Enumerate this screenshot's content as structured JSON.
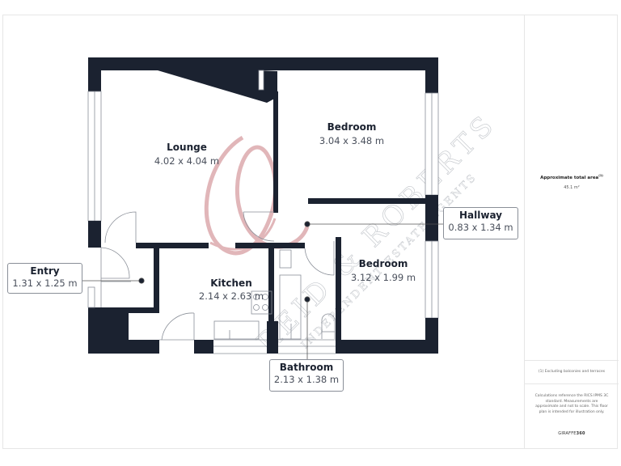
{
  "floorplan": {
    "rooms": [
      {
        "id": "lounge",
        "name": "Lounge",
        "dimensions": "4.02 x 4.04 m"
      },
      {
        "id": "bedroom-1",
        "name": "Bedroom",
        "dimensions": "3.04 x 3.48 m"
      },
      {
        "id": "kitchen",
        "name": "Kitchen",
        "dimensions": "2.14 x 2.63 m"
      },
      {
        "id": "bedroom-2",
        "name": "Bedroom",
        "dimensions": "3.12 x 1.99 m"
      }
    ],
    "callouts": [
      {
        "id": "entry",
        "name": "Entry",
        "dimensions": "1.31 x 1.25 m"
      },
      {
        "id": "hallway",
        "name": "Hallway",
        "dimensions": "0.83 x 1.34 m"
      },
      {
        "id": "bathroom",
        "name": "Bathroom",
        "dimensions": "2.13 x 1.38 m"
      }
    ],
    "watermark": {
      "name": "REID & ROBERTS",
      "tagline": "INDEPENDENT ESTATE AGENTS",
      "color": "#c97b80"
    },
    "colors": {
      "wall": "#1b2230",
      "line": "#8a8f98"
    }
  },
  "sidebar": {
    "area_title": "Approximate total area",
    "area_footnote_mark": "(1)",
    "area_value": "45.1 m²",
    "footnote": "(1) Excluding balconies and terraces",
    "disclaimer": "Calculations reference the RICS IPMS 3C standard. Measurements are approximate and not to scale. This floor plan is intended for illustration only.",
    "brand_prefix": "GIRAFFE",
    "brand_suffix": "360"
  }
}
